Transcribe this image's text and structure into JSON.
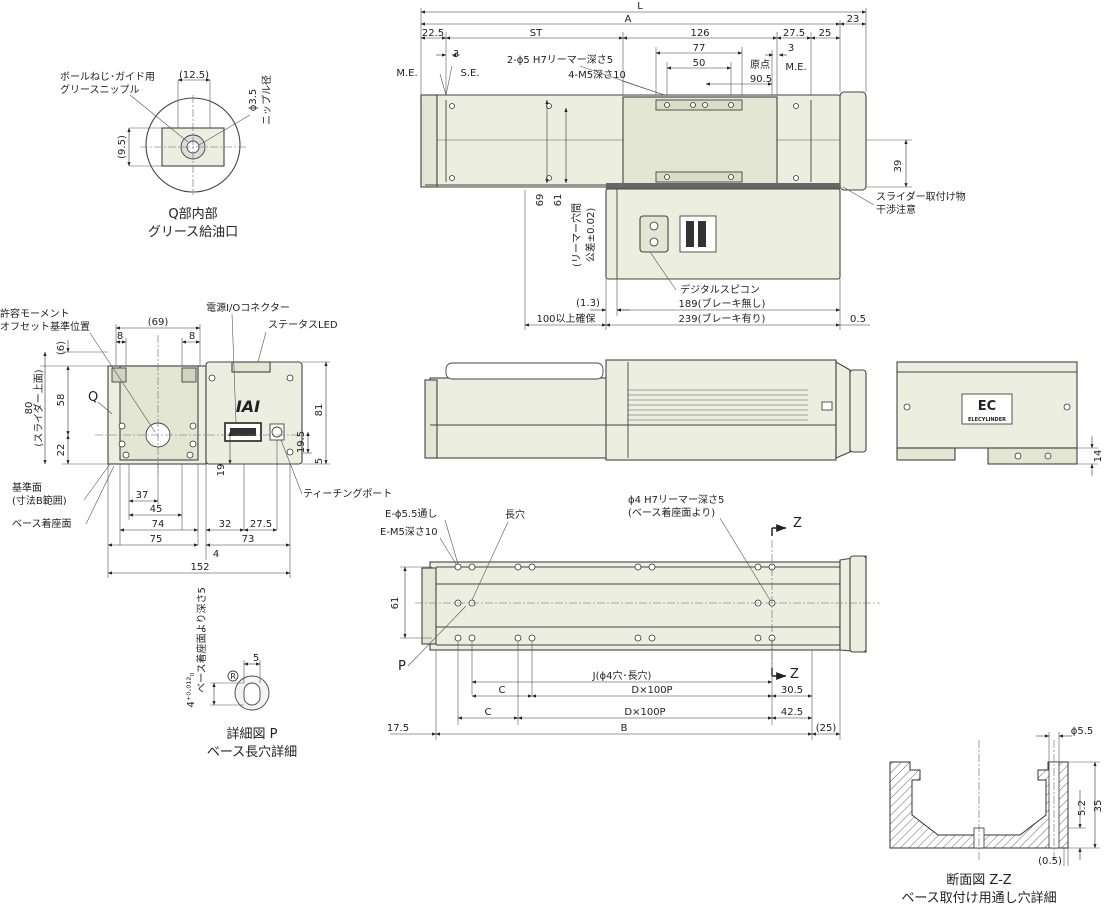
{
  "top_view": {
    "dim_L": "L",
    "dim_A": "A",
    "dim_23": "23",
    "dim_22_5": "22.5",
    "dim_ST": "ST",
    "dim_126": "126",
    "dim_27_5": "27.5",
    "dim_25": "25",
    "dim_3a": "3",
    "dim_3b": "3",
    "dim_77": "77",
    "dim_50": "50",
    "dim_90_5": "90.5",
    "me_left": "M.E.",
    "se": "S.E.",
    "me_right": "M.E.",
    "origin": "原点",
    "reamer": "2-ϕ5 H7リーマー深さ5",
    "tap": "4-M5深さ10",
    "dim_39": "39",
    "dim_69": "69",
    "dim_61": "61",
    "reamer_pitch": "(リーマー穴間",
    "tolerance": "公差±0.02)",
    "slider_note_1": "スライダー取付け物",
    "slider_note_2": "干渉注意",
    "digital_speccon": "デジタルスピコン",
    "dim_1_3": "(1.3)",
    "dim_189": "189(ブレーキ無し)",
    "dim_239": "239(ブレーキ有り)",
    "clearance": "100以上確保",
    "dim_0_5": "0.5"
  },
  "q_detail": {
    "label_1": "ボールねじ･ガイド用",
    "label_2": "グリースニップル",
    "dim_12_5": "(12.5)",
    "dim_9_5": "(9.5)",
    "phi_3_5": "ϕ3.5",
    "nipple": "ニップル径",
    "title_1": "Q部内部",
    "title_2": "グリース給油口"
  },
  "end_view": {
    "moment_1": "許容モーメント",
    "moment_2": "オフセット基準位置",
    "dim_69": "(69)",
    "dim_8a": "8",
    "dim_8b": "8",
    "dim_6": "(6)",
    "dim_80": "80",
    "slider_top": "(スライダー上面)",
    "dim_58": "58",
    "q_label": "Q",
    "dim_22": "22",
    "dim_19": "19",
    "dim_19_5": "19.5",
    "dim_81": "81",
    "dim_5": "5",
    "power_io": "電源I/Oコネクター",
    "status_led": "ステータスLED",
    "teaching_port": "ティーチングポート",
    "ref_1": "基準面",
    "ref_2": "(寸法B範囲)",
    "base_seat": "ベース着座面",
    "dim_37": "37",
    "dim_45": "45",
    "dim_74": "74",
    "dim_75": "75",
    "dim_32": "32",
    "dim_27_5": "27.5",
    "dim_73": "73",
    "dim_4": "4",
    "dim_152": "152",
    "logo": "IAI"
  },
  "detail_p": {
    "depth": "ベース着座面より深さ5",
    "tol": "4⁺⁰·⁰¹²₀",
    "dim_5": "5",
    "r": "R",
    "title_1": "詳細図 P",
    "title_2": "ベース長穴詳細"
  },
  "side_view": {
    "dim_14": "14",
    "brand_mark": "EC",
    "brand_name": "ELECYLINDER"
  },
  "bottom_view": {
    "e_through": "E-ϕ5.5通し",
    "e_tap": "E-M5深さ10",
    "slot": "長穴",
    "reamer_1": "ϕ4 H7リーマー深さ5",
    "reamer_2": "(ベース着座面より)",
    "z_top": "Z",
    "z_bottom": "Z",
    "dim_61": "61",
    "p_label": "P",
    "dim_J": "J(ϕ4穴･長穴)",
    "dim_C1": "C",
    "dim_D1": "D×100P",
    "dim_30_5": "30.5",
    "dim_C2": "C",
    "dim_D2": "D×100P",
    "dim_42_5": "42.5",
    "dim_17_5": "17.5",
    "dim_B": "B",
    "dim_25": "(25)"
  },
  "section_zz": {
    "phi_5_5": "ϕ5.5",
    "dim_35": "35",
    "dim_5_2": "5.2",
    "dim_0_5": "(0.5)",
    "title_1": "断面図 Z-Z",
    "title_2": "ベース取付け用通し穴詳細"
  }
}
